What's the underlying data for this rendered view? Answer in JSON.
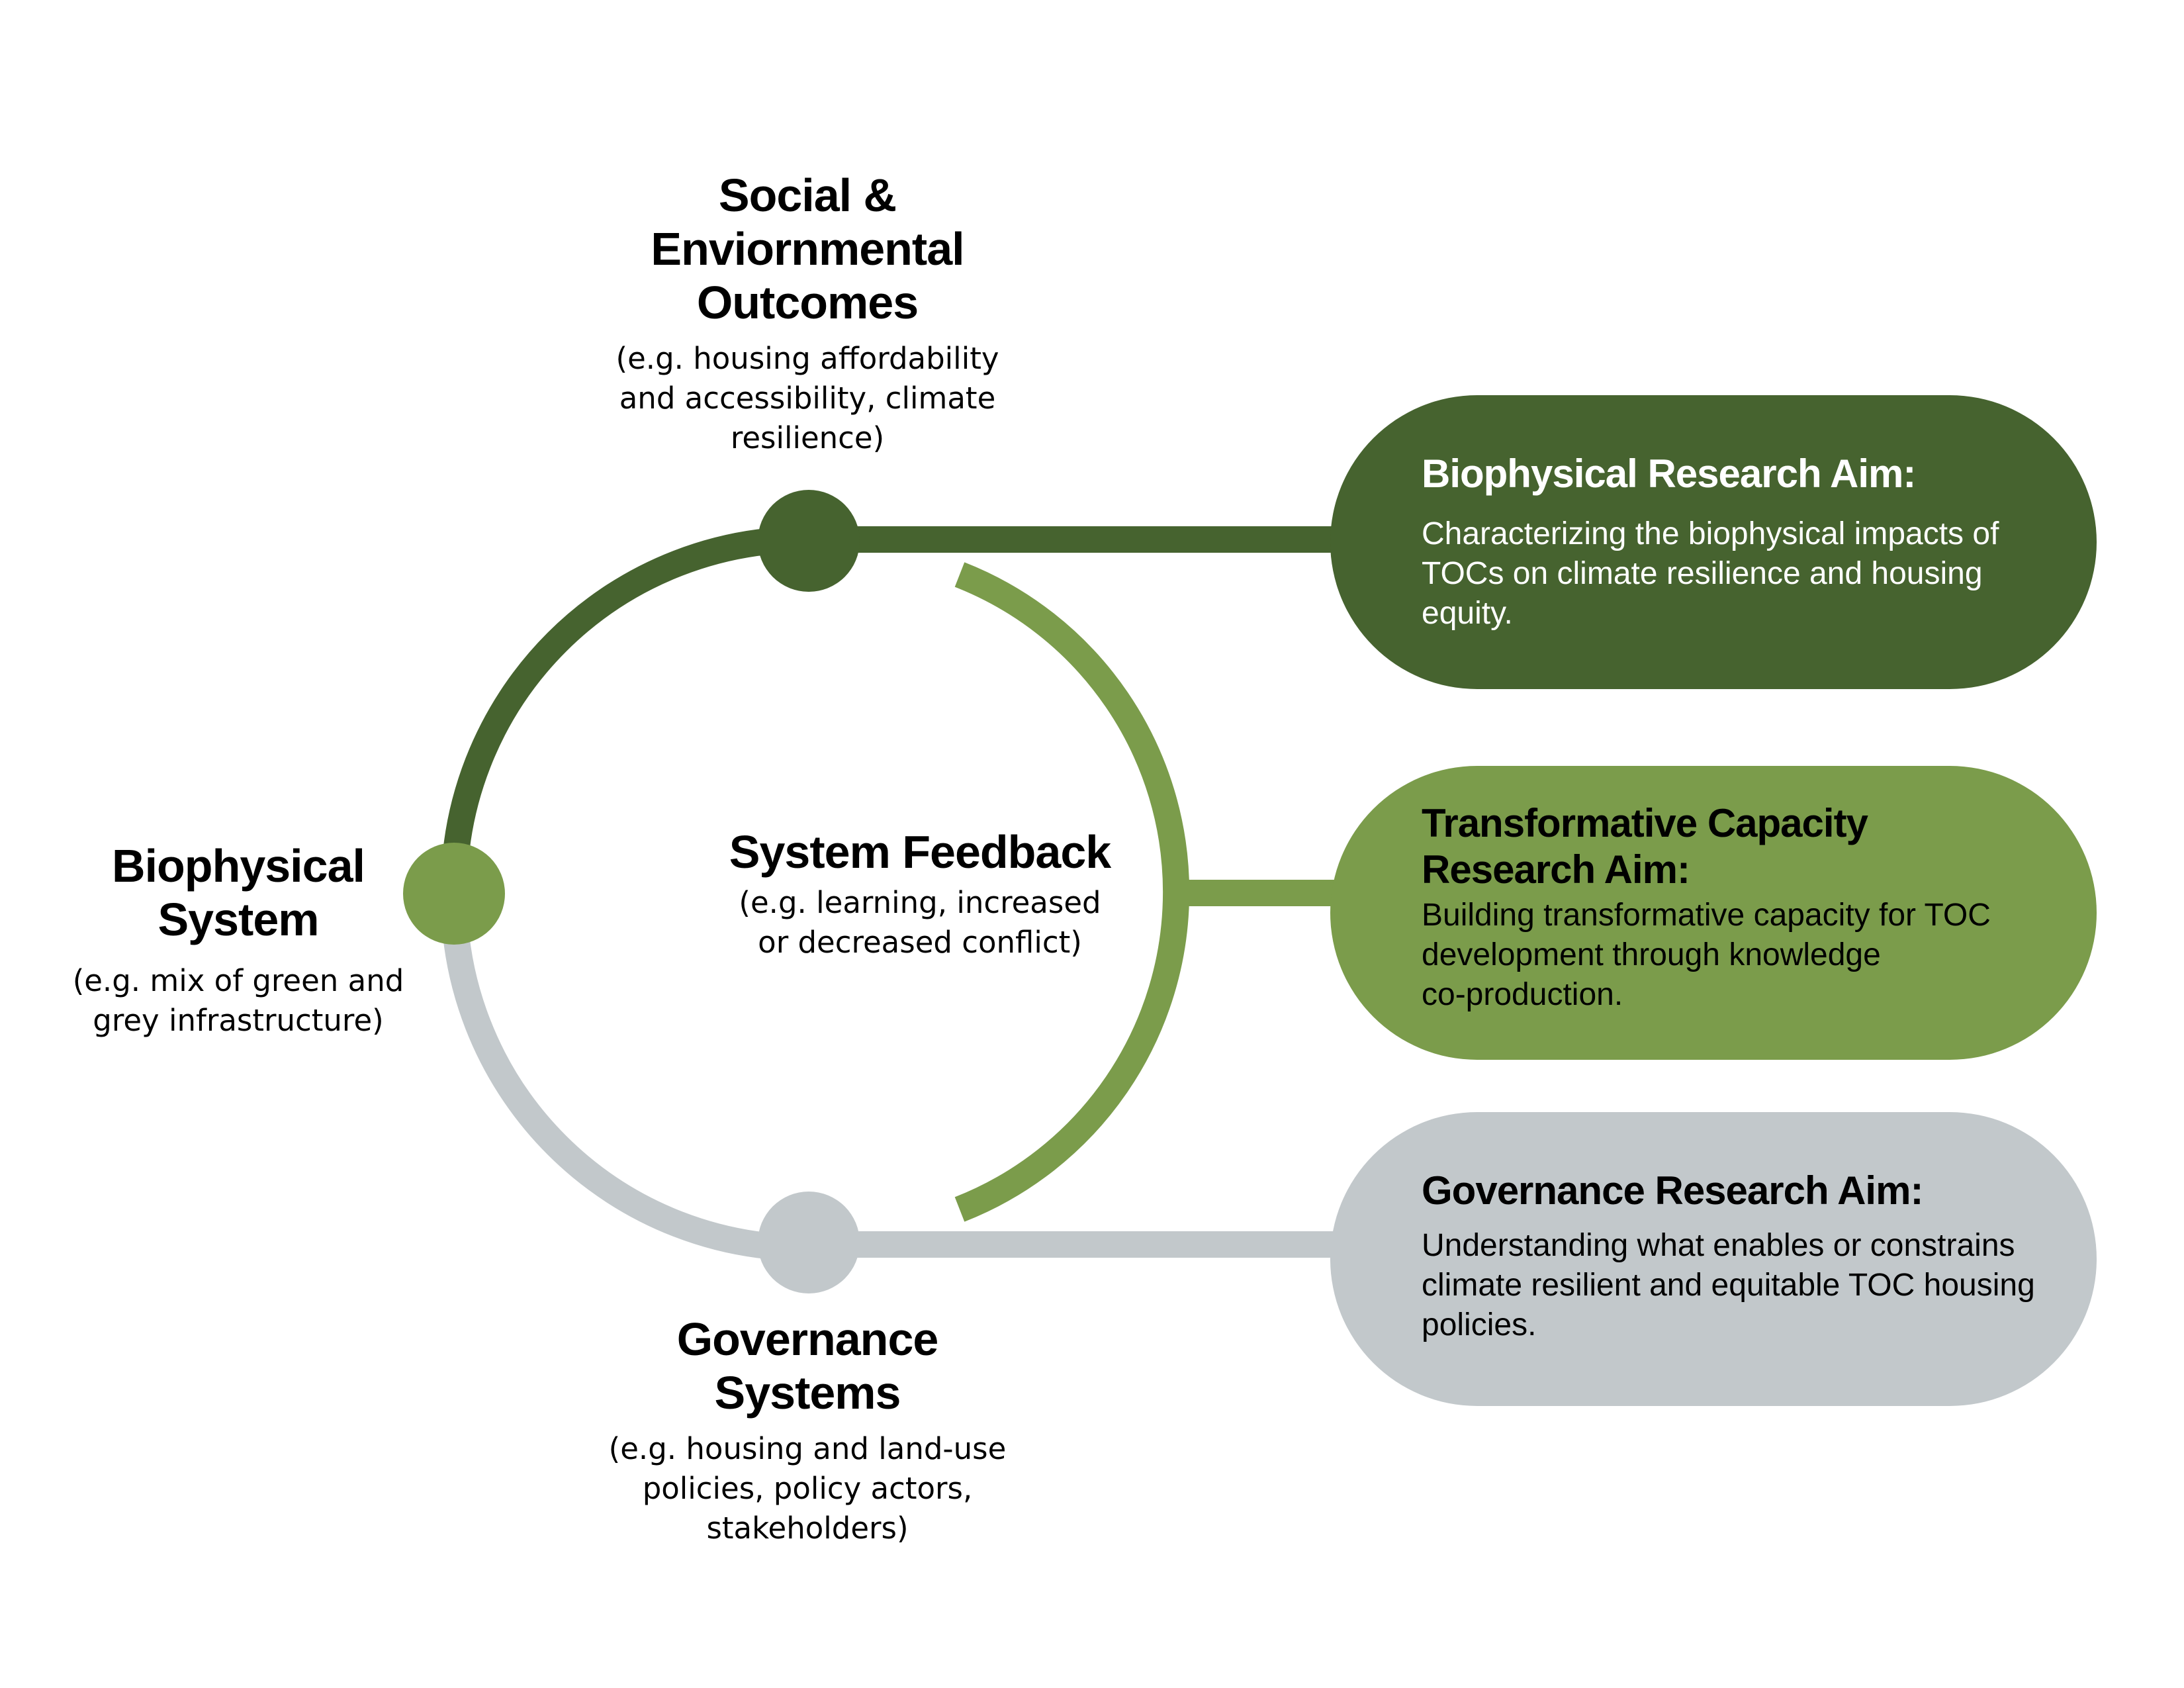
{
  "colors": {
    "dark_green": "#46632f",
    "mid_green": "#7b9c4b",
    "grey": "#c2c8cb",
    "text": "#000000",
    "white": "#ffffff"
  },
  "nodes": {
    "outcomes": {
      "title": "Social &\nEnviornmental\nOutcomes",
      "desc": "(e.g. housing affordability\nand accessibility, climate\nresilience)"
    },
    "biophysical": {
      "title": "Biophysical\nSystem",
      "desc": "(e.g. mix of green and\ngrey infrastructure)"
    },
    "feedback": {
      "title": "System Feedback",
      "desc": "(e.g. learning, increased\nor decreased conflict)"
    },
    "governance": {
      "title": "Governance\nSystems",
      "desc": "(e.g. housing and land-use\npolicies, policy actors,\nstakeholders)"
    }
  },
  "aims": {
    "biophysical": {
      "title": "Biophysical Research Aim:",
      "text": "Characterizing the biophysical impacts of\nTOCs on climate resilience and housing\nequity."
    },
    "transformative": {
      "title": "Transformative Capacity\nResearch Aim:",
      "text": "Building transformative capacity for TOC\ndevelopment through knowledge\nco-production."
    },
    "governance": {
      "title": "Governance Research Aim:",
      "text": "Understanding what enables or constrains\nclimate resilient and equitable TOC housing\npolicies."
    }
  }
}
